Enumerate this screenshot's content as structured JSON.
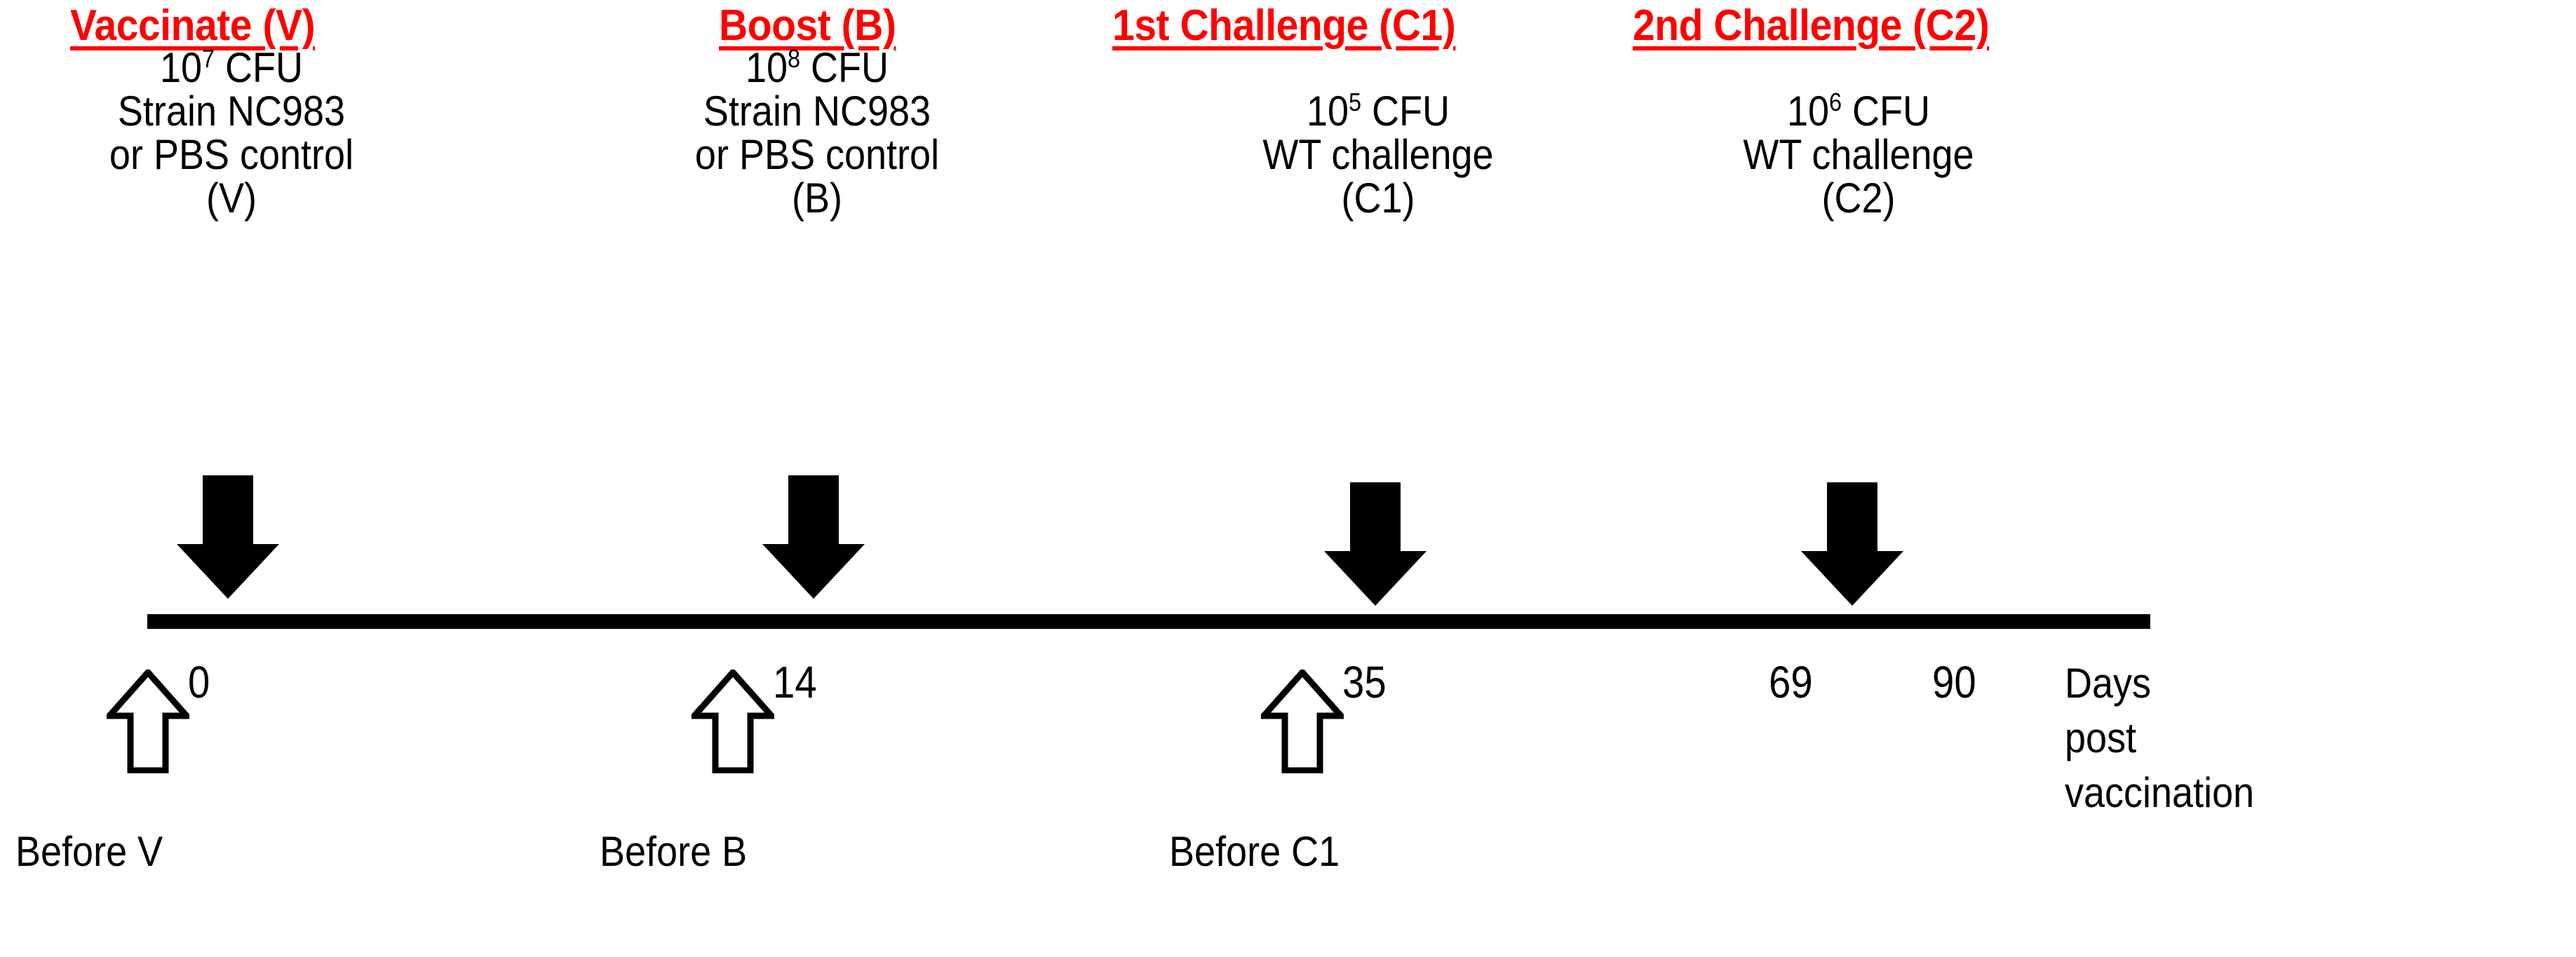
{
  "figure": {
    "type": "experimental-timeline",
    "axis_caption_lines": [
      "Days",
      "post",
      "vaccination"
    ]
  },
  "stages": [
    {
      "header": "Vaccinate (V)",
      "lines": [
        "10^7 CFU",
        "Strain NC983",
        "or PBS control",
        "(V)"
      ],
      "dose_base": "10",
      "dose_exponent": "7",
      "dose_unit": "CFU",
      "strain": "Strain NC983",
      "control": "or PBS control",
      "code": "(V)"
    },
    {
      "header": "Boost (B)",
      "lines": [
        "10^8 CFU",
        "Strain NC983",
        "or PBS control",
        "(B)"
      ],
      "dose_base": "10",
      "dose_exponent": "8",
      "dose_unit": "CFU",
      "strain": "Strain NC983",
      "control": "or PBS control",
      "code": "(B)"
    },
    {
      "header": "1st Challenge (C1)",
      "lines": [
        "10^5 CFU",
        "WT challenge",
        "(C1)"
      ],
      "dose_base": "10",
      "dose_exponent": "5",
      "dose_unit": "CFU",
      "strain": "WT challenge",
      "code": "(C1)"
    },
    {
      "header": "2nd Challenge (C2)",
      "lines": [
        "10^6 CFU",
        "WT challenge",
        "(C2)"
      ],
      "dose_base": "10",
      "dose_exponent": "6",
      "dose_unit": "CFU",
      "strain": "WT challenge",
      "code": "(C2)"
    }
  ],
  "timepoints": [
    {
      "day": "0",
      "sampling": "Before V",
      "has_sampling_arrow": true
    },
    {
      "day": "14",
      "sampling": "Before B",
      "has_sampling_arrow": true
    },
    {
      "day": "35",
      "sampling": "Before C1",
      "has_sampling_arrow": true
    },
    {
      "day": "69",
      "sampling": "",
      "has_sampling_arrow": false
    },
    {
      "day": "90",
      "sampling": "",
      "has_sampling_arrow": false
    }
  ],
  "colors": {
    "header_red": "#FF0000",
    "body_black": "#000000",
    "background": "#FFFFFF"
  }
}
